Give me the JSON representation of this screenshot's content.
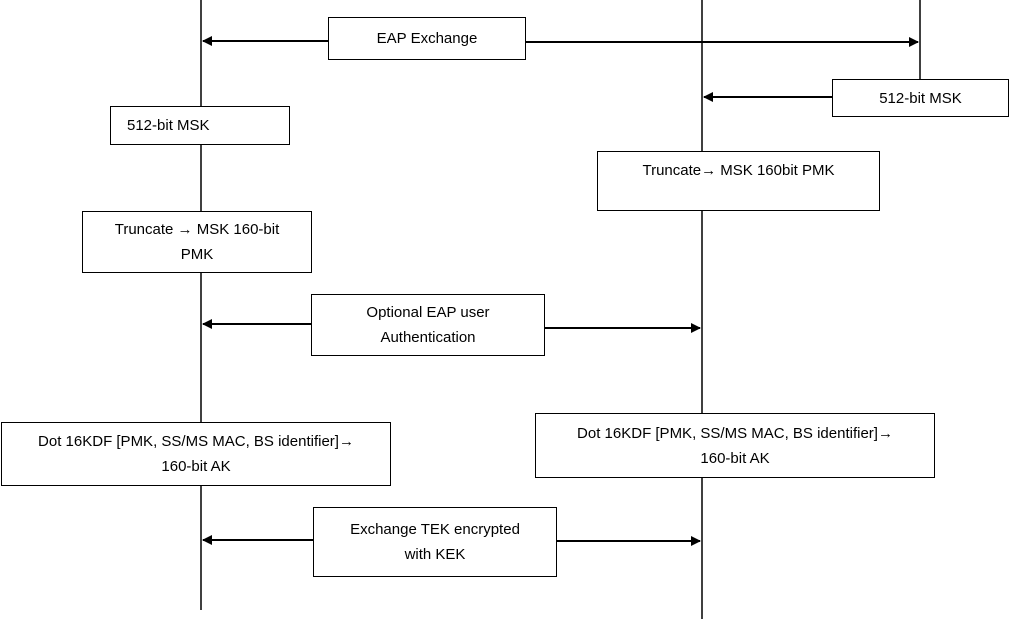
{
  "colors": {
    "line": "#000000",
    "box_border": "#000000",
    "background": "#ffffff"
  },
  "boxes": {
    "eap_exchange": {
      "lines": [
        "EAP Exchange"
      ]
    },
    "msk_right": {
      "lines": [
        "512-bit MSK"
      ]
    },
    "msk_left": {
      "lines": [
        "512-bit MSK"
      ]
    },
    "truncate_right": {
      "lines": [
        "Truncate→ MSK 160bit PMK"
      ]
    },
    "truncate_left": {
      "lines": [
        "Truncate → MSK 160-bit",
        "PMK"
      ]
    },
    "optional_eap": {
      "lines": [
        "Optional EAP user",
        "Authentication"
      ]
    },
    "kdf_left": {
      "lines": [
        "Dot 16KDF [PMK, SS/MS MAC, BS identifier]→",
        "160-bit AK"
      ]
    },
    "kdf_right": {
      "lines": [
        "Dot 16KDF [PMK, SS/MS MAC, BS identifier]→",
        "160-bit AK"
      ]
    },
    "exchange_tek": {
      "lines": [
        "Exchange TEK encrypted",
        "with KEK"
      ]
    }
  }
}
